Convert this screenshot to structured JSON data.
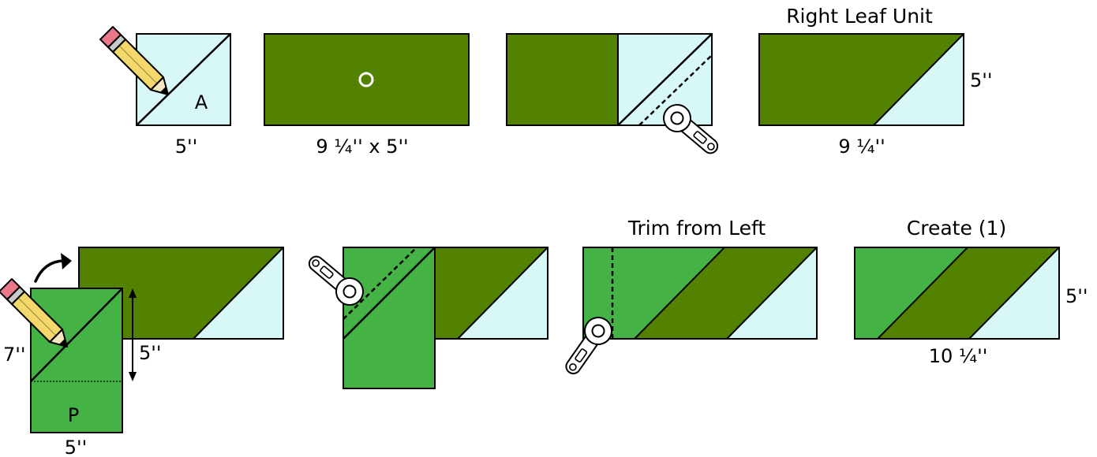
{
  "colors": {
    "dark_green": "#538200",
    "light_green": "#45b245",
    "light_blue": "#d8f8f8",
    "outline": "#000000",
    "pencil_body": "#f5d86a",
    "pencil_eraser": "#e8788a",
    "cutter_body": "#ffffff"
  },
  "row1": {
    "step1": {
      "square_label": "A",
      "size_label": "5''"
    },
    "step2": {
      "size_label": "9 ¼'' x 5''"
    },
    "step4": {
      "title": "Right Leaf Unit",
      "height_label": "5''",
      "width_label": "9 ¼''"
    }
  },
  "row2": {
    "step1": {
      "square_label": "P",
      "height_label": "7''",
      "width_label": "5''",
      "mark_label": "5''"
    },
    "step3": {
      "title": "Trim from Left"
    },
    "step4": {
      "title": "Create (1)",
      "height_label": "5''",
      "width_label": "10 ¼''"
    }
  },
  "icons": [
    "pencil-icon",
    "rotary-cutter-icon",
    "curved-arrow-icon",
    "center-dot-icon",
    "double-arrow-icon"
  ]
}
